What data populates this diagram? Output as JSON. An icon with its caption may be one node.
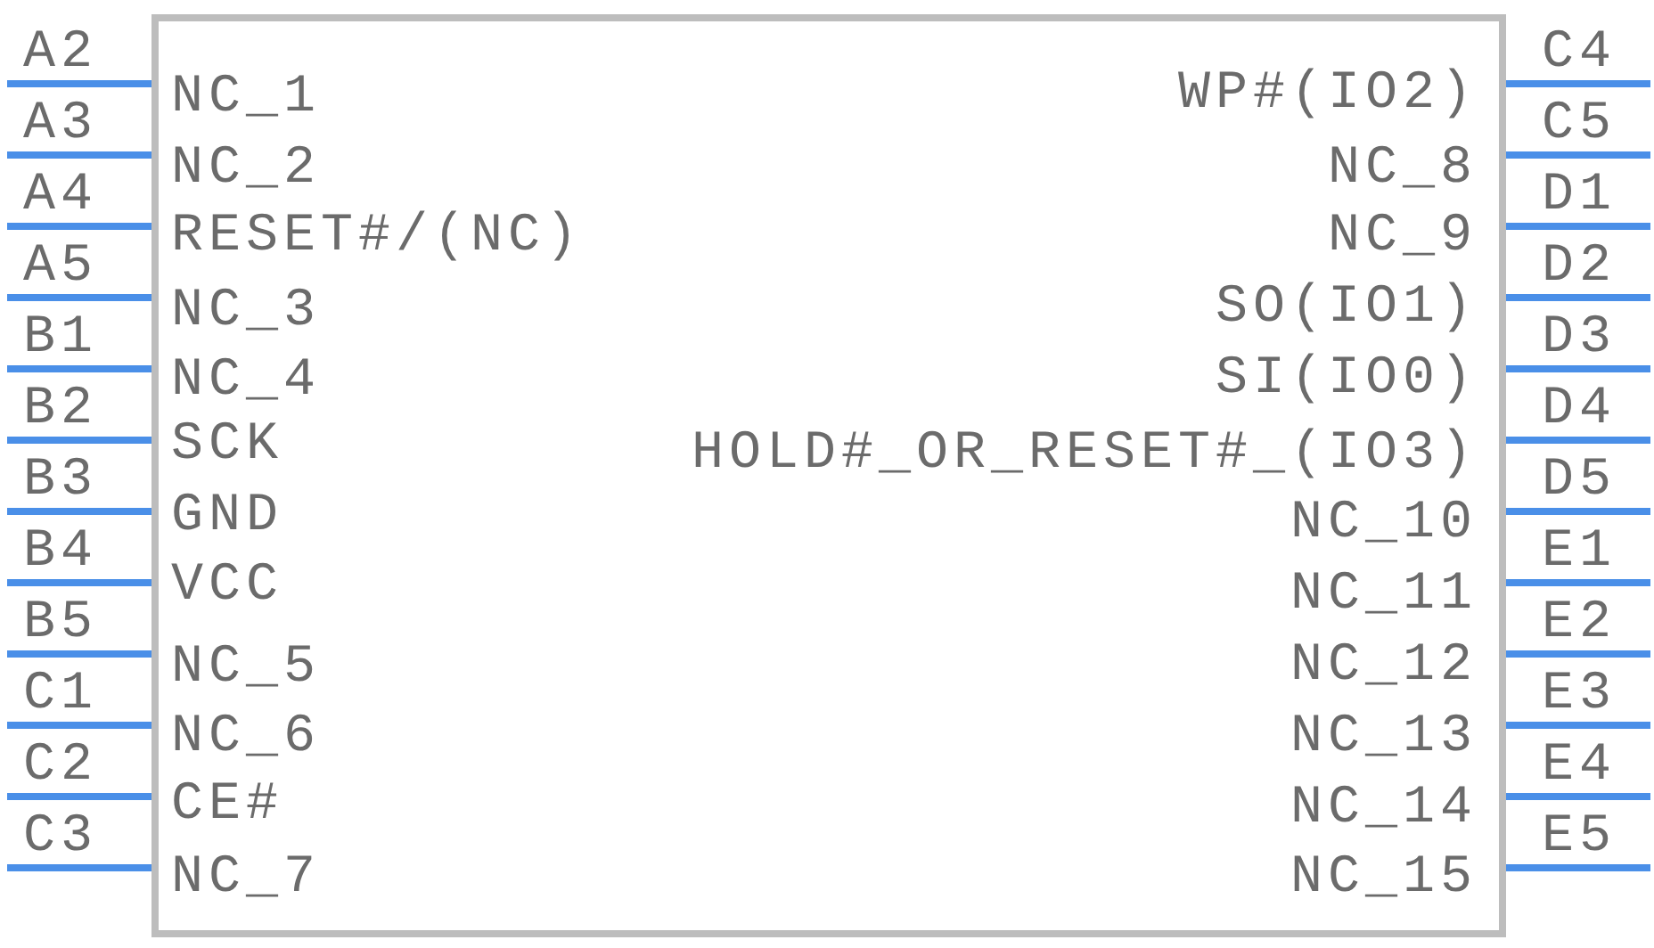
{
  "diagram": {
    "nodes": [
      {
        "text": [],
        "shape": "box"
      },
      {
        "text": [
          "NC_1"
        ],
        "in": 0
      },
      {
        "text": [
          "NC_2"
        ],
        "in": 0
      },
      {
        "text": [
          "RESET#/(NC)"
        ],
        "in": 0
      },
      {
        "text": [
          "NC_3"
        ],
        "in": 0
      },
      {
        "text": [
          "NC_4"
        ],
        "in": 0
      },
      {
        "text": [
          "SCK"
        ],
        "in": 0
      },
      {
        "text": [
          "GND"
        ],
        "in": 0
      },
      {
        "text": [
          "VCC"
        ],
        "in": 0
      },
      {
        "text": [
          "NC_5"
        ],
        "in": 0
      },
      {
        "text": [
          "NC_6"
        ],
        "in": 0
      },
      {
        "text": [
          "CE#"
        ],
        "in": 0
      },
      {
        "text": [
          "NC_7"
        ],
        "in": 0
      },
      {
        "text": [
          "WP#(IO2)"
        ],
        "in": 0
      },
      {
        "text": [
          "NC_8"
        ],
        "in": 0
      },
      {
        "text": [
          "NC_9"
        ],
        "in": 0
      },
      {
        "text": [
          "SO(IO1)"
        ],
        "in": 0
      },
      {
        "text": [
          "SI(IO0)"
        ],
        "in": 0
      },
      {
        "text": [
          "HOLD#_OR_RESET#_(IO3)"
        ],
        "in": 0
      },
      {
        "text": [
          "NC_10"
        ],
        "in": 0
      },
      {
        "text": [
          "NC_11"
        ],
        "in": 0
      },
      {
        "text": [
          "NC_12"
        ],
        "in": 0
      },
      {
        "text": [
          "NC_13"
        ],
        "in": 0
      },
      {
        "text": [
          "NC_14"
        ],
        "in": 0
      },
      {
        "text": [
          "NC_15"
        ],
        "in": 0
      }
    ],
    "edges": [
      {
        "from": null,
        "to": 1,
        "arrow": "none",
        "label": "A2"
      },
      {
        "from": null,
        "to": 2,
        "arrow": "none",
        "label": "A3"
      },
      {
        "from": null,
        "to": 3,
        "arrow": "none",
        "label": "A4"
      },
      {
        "from": null,
        "to": 4,
        "arrow": "none",
        "label": "A5"
      },
      {
        "from": null,
        "to": 5,
        "arrow": "none",
        "label": "B1"
      },
      {
        "from": null,
        "to": 6,
        "arrow": "none",
        "label": "B2"
      },
      {
        "from": null,
        "to": 7,
        "arrow": "none",
        "label": "B3"
      },
      {
        "from": null,
        "to": 8,
        "arrow": "none",
        "label": "B4"
      },
      {
        "from": null,
        "to": 9,
        "arrow": "none",
        "label": "B5"
      },
      {
        "from": null,
        "to": 10,
        "arrow": "none",
        "label": "C1"
      },
      {
        "from": null,
        "to": 11,
        "arrow": "none",
        "label": "C2"
      },
      {
        "from": null,
        "to": 12,
        "arrow": "none",
        "label": "C3"
      },
      {
        "from": null,
        "to": 13,
        "arrow": "none",
        "label": "C4"
      },
      {
        "from": null,
        "to": 14,
        "arrow": "none",
        "label": "C5"
      },
      {
        "from": null,
        "to": 15,
        "arrow": "none",
        "label": "D1"
      },
      {
        "from": null,
        "to": 16,
        "arrow": "none",
        "label": "D2"
      },
      {
        "from": null,
        "to": 17,
        "arrow": "none",
        "label": "D3"
      },
      {
        "from": null,
        "to": 18,
        "arrow": "none",
        "label": "D4"
      },
      {
        "from": null,
        "to": 19,
        "arrow": "none",
        "label": "D5"
      },
      {
        "from": null,
        "to": 20,
        "arrow": "none",
        "label": "E1"
      },
      {
        "from": null,
        "to": 21,
        "arrow": "none",
        "label": "E2"
      },
      {
        "from": null,
        "to": 22,
        "arrow": "none",
        "label": "E3"
      },
      {
        "from": null,
        "to": 23,
        "arrow": "none",
        "label": "E4"
      },
      {
        "from": null,
        "to": 24,
        "arrow": "none",
        "label": "E5"
      }
    ]
  }
}
